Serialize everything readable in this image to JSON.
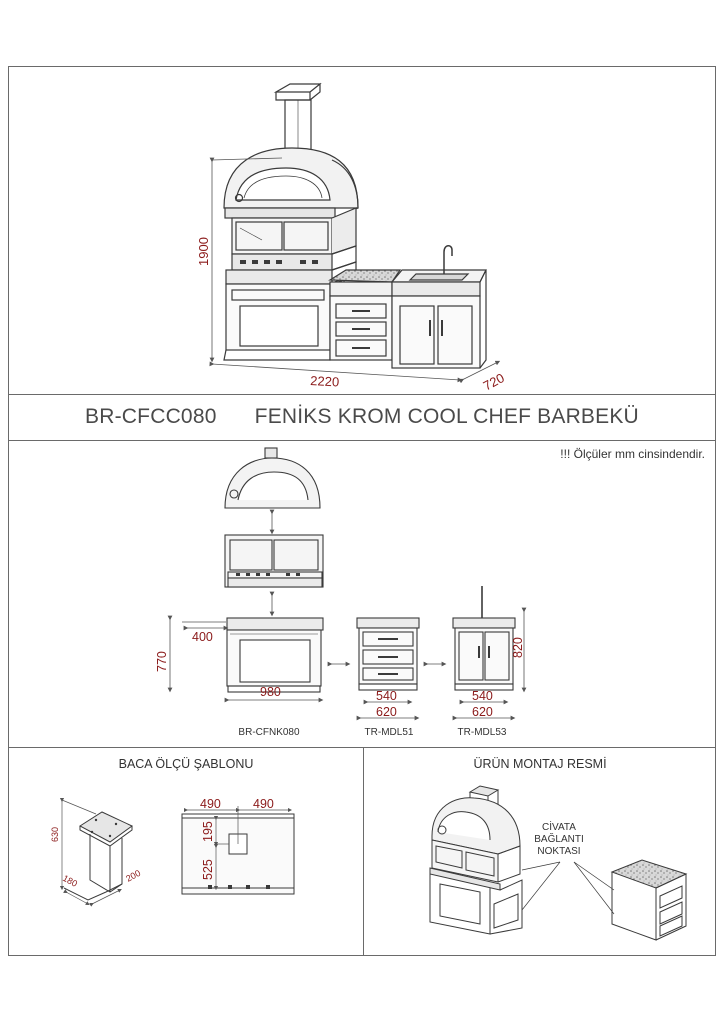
{
  "header": {
    "model_code": "BR-CFCC080",
    "product_name": "FENİKS KROM COOL CHEF BARBEKÜ"
  },
  "overview": {
    "dim_height": "1900",
    "dim_width": "2220",
    "dim_depth": "720"
  },
  "components": {
    "note": "!!! Ölçüler mm cinsindendir.",
    "base_oven": {
      "dim_height": "770",
      "dim_side": "400",
      "dim_width": "980",
      "code": "BR-CFNK080"
    },
    "drawer_module": {
      "dim_inner": "540",
      "dim_outer": "620",
      "code": "TR-MDL51"
    },
    "sink_module": {
      "dim_height": "820",
      "dim_inner": "540",
      "dim_outer": "620",
      "code": "TR-MDL53"
    }
  },
  "chimney_template": {
    "title": "BACA ÖLÇÜ ŞABLONU",
    "dim_height": "630",
    "dim_depth_a": "180",
    "dim_depth_b": "200",
    "dim_left": "490",
    "dim_right": "490",
    "dim_top_gap": "195",
    "dim_bottom_gap": "525"
  },
  "assembly": {
    "title": "ÜRÜN MONTAJ RESMİ",
    "label_line1": "CİVATA",
    "label_line2": "BAĞLANTI",
    "label_line3": "NOKTASI"
  },
  "colors": {
    "dimension": "#8b1a1a",
    "line": "#3a3a3a",
    "border": "#6a6a6a"
  }
}
